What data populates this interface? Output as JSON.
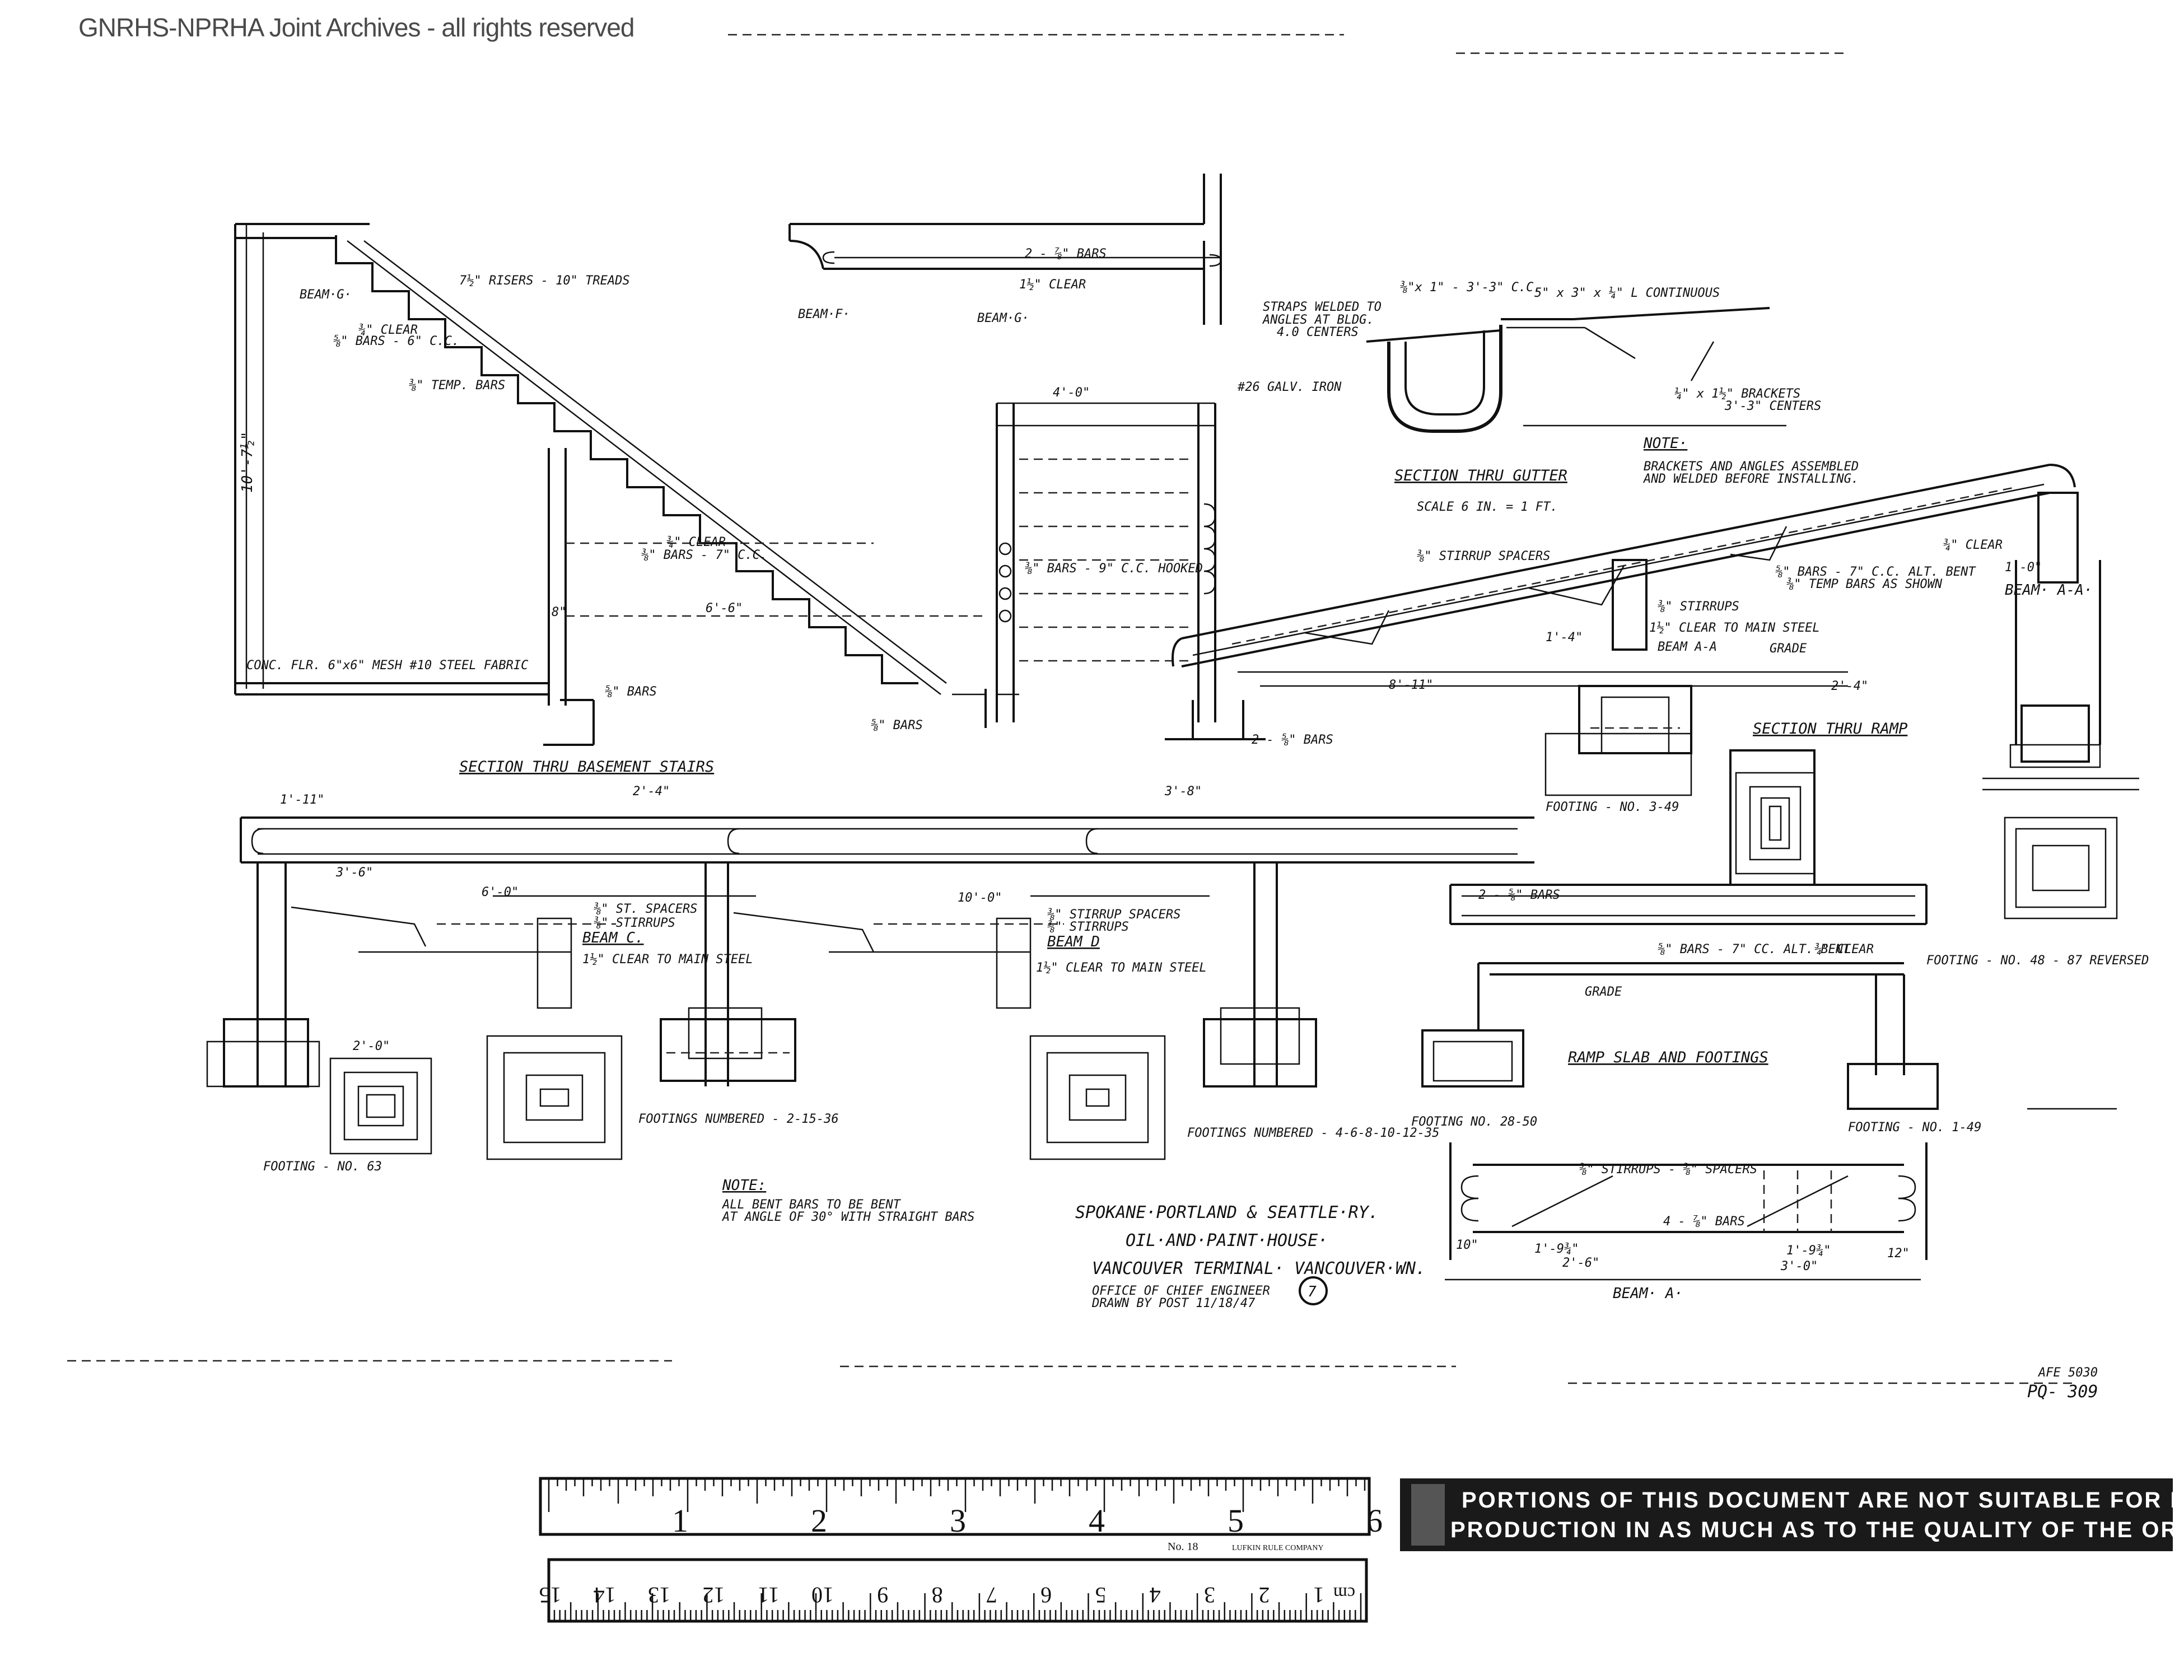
{
  "watermark": "GNRHS-NPRHA Joint Archives - all rights reserved",
  "title_block": {
    "line1": "SPOKANE·PORTLAND & SEATTLE·RY.",
    "line2": "OIL·AND·PAINT·HOUSE·",
    "line3": "VANCOUVER TERMINAL· VANCOUVER·WN.",
    "office": "OFFICE OF CHIEF ENGINEER",
    "drawn": "DRAWN BY POST 11/18/47",
    "sheet_no": "7"
  },
  "file_ref": {
    "line1": "AFE 5030",
    "line2": "PQ- 309"
  },
  "note_bent": {
    "heading": "NOTE:",
    "line1": "ALL BENT BARS TO BE BENT",
    "line2": "AT ANGLE OF 30° WITH STRAIGHT BARS"
  },
  "note_brackets": {
    "heading": "NOTE·",
    "line1": "BRACKETS AND ANGLES ASSEMBLED",
    "line2": "AND WELDED BEFORE INSTALLING."
  },
  "stairs": {
    "title": "SECTION THRU BASEMENT STAIRS",
    "risers": "7½\" RISERS - 10\" TREADS",
    "beam_g": "BEAM·G·",
    "clear": "¾\" CLEAR",
    "bars_cc": "⅝\" BARS - 6\" C.C.",
    "temp_bars": "⅜\" TEMP. BARS",
    "height": "10'-7½\"",
    "floor": "CONC. FLR. 6\"x6\" MESH #10 STEEL FABRIC",
    "clear2": "¾\" CLEAR",
    "bars2": "⅜\" BARS - 7\" C.C.",
    "run": "6'-6\"",
    "bars_bottom": "⅝\" BARS",
    "bars_bottom2": "⅝\" BARS",
    "hooked": "⅜\" BARS - 9\" C.C. HOOKED",
    "width": "4'-0\"",
    "eight": "8\""
  },
  "beam_f": {
    "label_f": "BEAM·F·",
    "label_g": "BEAM·G·",
    "bars": "2 - ⅞\" BARS",
    "clear": "1½\" CLEAR"
  },
  "gutter": {
    "title": "SECTION THRU GUTTER",
    "scale": "SCALE 6 IN. = 1 FT.",
    "straps": "STRAPS WELDED TO",
    "straps2": "ANGLES AT BLDG.",
    "straps3": "4.0 CENTERS",
    "strap_size": "⅜\"x 1\" - 3'-3\" C.C.",
    "angle": "5\" x 3\" x ¼\" L CONTINUOUS",
    "iron": "#26 GALV. IRON",
    "brackets": "¼\" x 1½\" BRACKETS",
    "brackets2": "3'-3\" CENTERS"
  },
  "ramp": {
    "title": "SECTION THRU RAMP",
    "spacers": "⅜\" STIRRUP SPACERS",
    "stirrups": "⅜\" STIRRUPS",
    "clear_main": "1½\" CLEAR TO MAIN STEEL",
    "beam_aa": "BEAM A-A",
    "grade": "GRADE",
    "bars_alt": "⅝\" BARS - 7\" C.C. ALT. BENT",
    "temp_bars": "⅜\" TEMP BARS AS SHOWN",
    "clear": "¾\" CLEAR",
    "beam_aa2": "BEAM· A-A·",
    "dim1": "8'-11\"",
    "dim2": "2'-4\"",
    "bars2": "2 - ⅝\" BARS",
    "dim3": "1'-4\"",
    "dim4": "1'-0\""
  },
  "footings": {
    "f63": "FOOTING - NO. 63",
    "f2_15_36": "FOOTINGS NUMBERED - 2-15-36",
    "f4_35": "FOOTINGS NUMBERED - 4-6-8-10-12-35",
    "f3_49": "FOOTING - NO. 3-49",
    "f48": "FOOTING - NO. 48 - 87 REVERSED",
    "f28": "FOOTING NO. 28-50",
    "f1_49": "FOOTING - NO. 1-49",
    "dim_2_0": "2'-0\"",
    "dim_2_6": "2'-6\""
  },
  "beams": {
    "beam_c": "BEAM C.",
    "beam_d": "BEAM D",
    "stirrups": "⅜\" STIRRUPS",
    "spacers": "⅜\" ST. SPACERS",
    "clear_main": "1½\" CLEAR TO MAIN STEEL",
    "stirrup_spacers": "⅜\" STIRRUP SPACERS",
    "stirrups2": "⅜\" STIRRUPS",
    "clear_main2": "1½\" CLEAR TO MAIN STEEL",
    "dim_1_11": "1'-11\"",
    "dim_3_6": "3'-6\"",
    "dim_6_0": "6'-0\"",
    "dim_10_0": "10'-0\"",
    "dim_2_4": "2'-4\"",
    "dim_3_8": "3'-8\""
  },
  "ramp_slab": {
    "title": "RAMP SLAB AND FOOTINGS",
    "grade": "GRADE",
    "bars": "⅝\" BARS - 7\" CC. ALT. BENT",
    "clear": "¾\" CLEAR",
    "bars_top": "2 - ⅝\" BARS"
  },
  "beam_a": {
    "title": "BEAM· A·",
    "stirrups": "⅜\" STIRRUPS - ⅜\" SPACERS",
    "bars": "4 - ⅞\" BARS",
    "dim1": "1'-9¾\"",
    "dim2": "2'-6\"",
    "dim3": "3'-0\"",
    "dim4": "1'-9¾\"",
    "dim5": "10\"",
    "dim6": "12\""
  },
  "ruler": {
    "inch_labels": [
      "1",
      "2",
      "3",
      "4",
      "5",
      "6"
    ],
    "cm_labels": [
      "1",
      "2",
      "3",
      "4",
      "5",
      "6",
      "7",
      "8",
      "9",
      "10",
      "11",
      "12",
      "13",
      "14",
      "15"
    ],
    "cm_unit": "cm",
    "model": "No. 18",
    "maker": "LUFKIN RULE COMPANY"
  },
  "stamp": {
    "line1": "PORTIONS OF THIS DOCUMENT ARE NOT SUITABLE FOR RE-",
    "line2": "PRODUCTION IN AS MUCH AS TO THE QUALITY OF THE ORIGINAL."
  }
}
